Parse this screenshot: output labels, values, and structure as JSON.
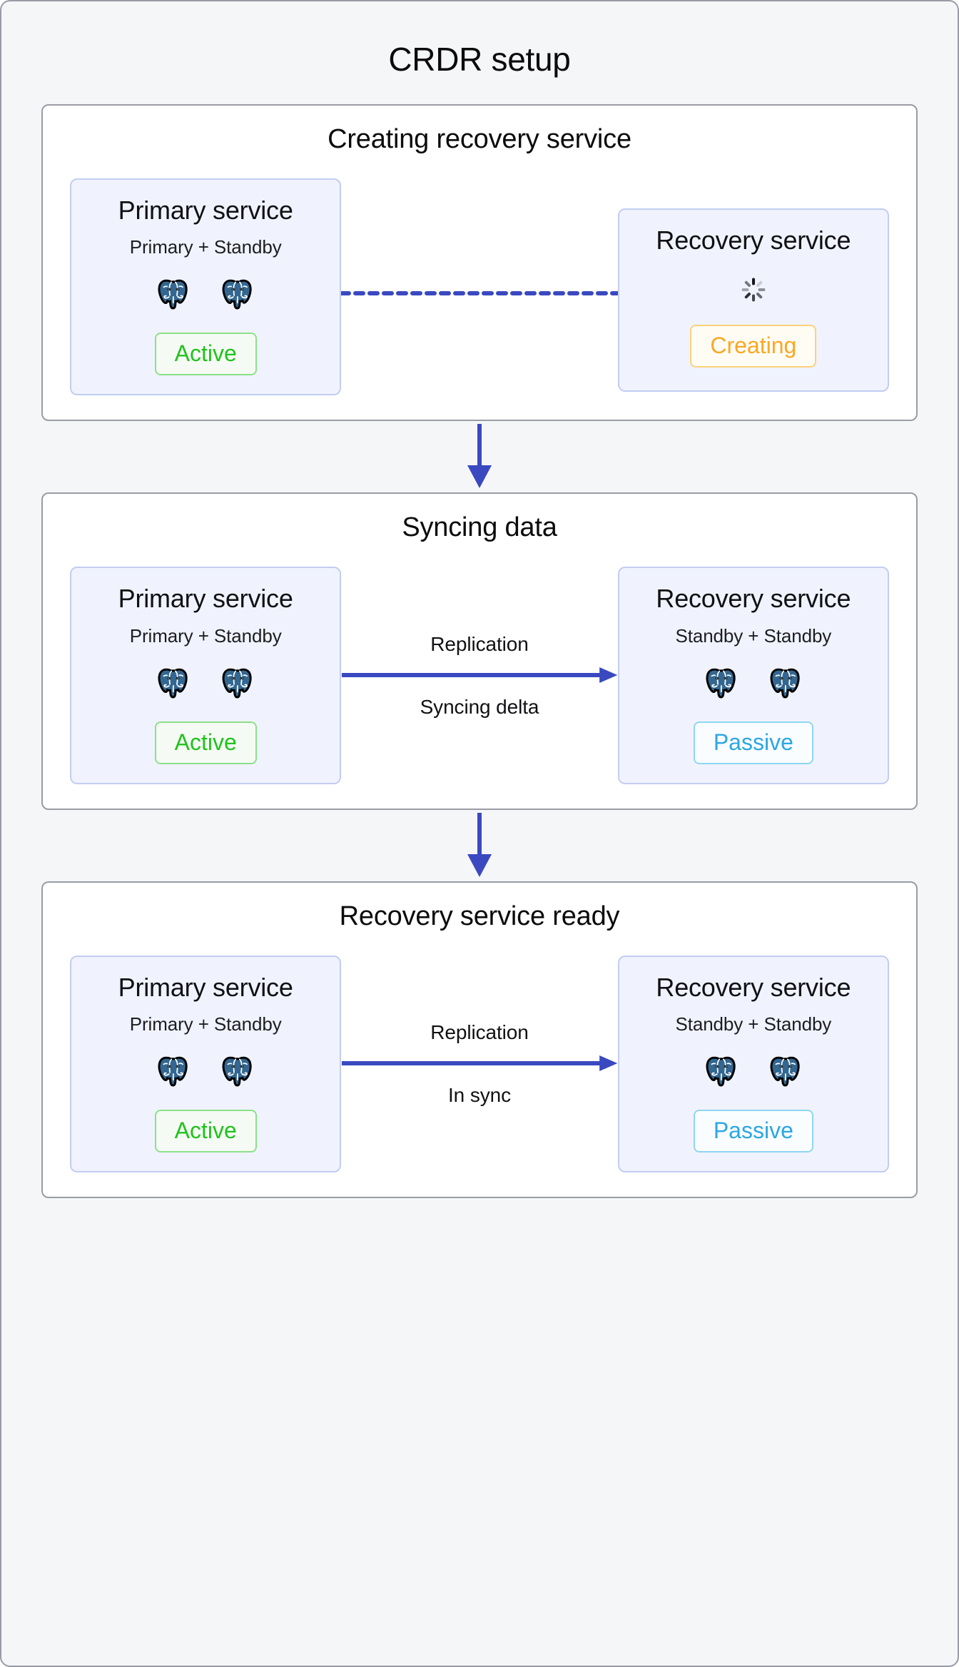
{
  "title": "CRDR setup",
  "colors": {
    "page_bg": "#f5f6f8",
    "panel_border": "#9b9ba6",
    "card_bg": "#f0f3fd",
    "card_border": "#c3cdf2",
    "arrow_blue": "#3a49c0",
    "active_green": "#21c21d",
    "passive_blue": "#2ba7e3",
    "creating_orange": "#f9a826",
    "postgres_blue": "#336791"
  },
  "stages": [
    {
      "title": "Creating recovery service",
      "left": {
        "name": "Primary service",
        "subtitle": "Primary + Standby",
        "nodes": 2,
        "node_icon": "postgresql-elephant-icon",
        "badge": {
          "label": "Active",
          "style": "active"
        }
      },
      "connector": {
        "style": "dashed",
        "label_top": "",
        "label_bottom": "",
        "arrowhead": false
      },
      "right": {
        "name": "Recovery service",
        "subtitle": "",
        "nodes": 0,
        "node_icon": "loading-spinner-icon",
        "badge": {
          "label": "Creating",
          "style": "creating"
        }
      }
    },
    {
      "title": "Syncing data",
      "left": {
        "name": "Primary service",
        "subtitle": "Primary + Standby",
        "nodes": 2,
        "node_icon": "postgresql-elephant-icon",
        "badge": {
          "label": "Active",
          "style": "active"
        }
      },
      "connector": {
        "style": "solid",
        "label_top": "Replication",
        "label_bottom": "Syncing delta",
        "arrowhead": true
      },
      "right": {
        "name": "Recovery service",
        "subtitle": "Standby + Standby",
        "nodes": 2,
        "node_icon": "postgresql-elephant-icon",
        "badge": {
          "label": "Passive",
          "style": "passive"
        }
      }
    },
    {
      "title": "Recovery service ready",
      "left": {
        "name": "Primary service",
        "subtitle": "Primary + Standby",
        "nodes": 2,
        "node_icon": "postgresql-elephant-icon",
        "badge": {
          "label": "Active",
          "style": "active"
        }
      },
      "connector": {
        "style": "solid",
        "label_top": "Replication",
        "label_bottom": "In sync",
        "arrowhead": true
      },
      "right": {
        "name": "Recovery service",
        "subtitle": "Standby + Standby",
        "nodes": 2,
        "node_icon": "postgresql-elephant-icon",
        "badge": {
          "label": "Passive",
          "style": "passive"
        }
      }
    }
  ],
  "step_arrows": [
    {
      "from": "Creating recovery service",
      "to": "Syncing data",
      "direction": "down"
    },
    {
      "from": "Syncing data",
      "to": "Recovery service ready",
      "direction": "down"
    }
  ]
}
